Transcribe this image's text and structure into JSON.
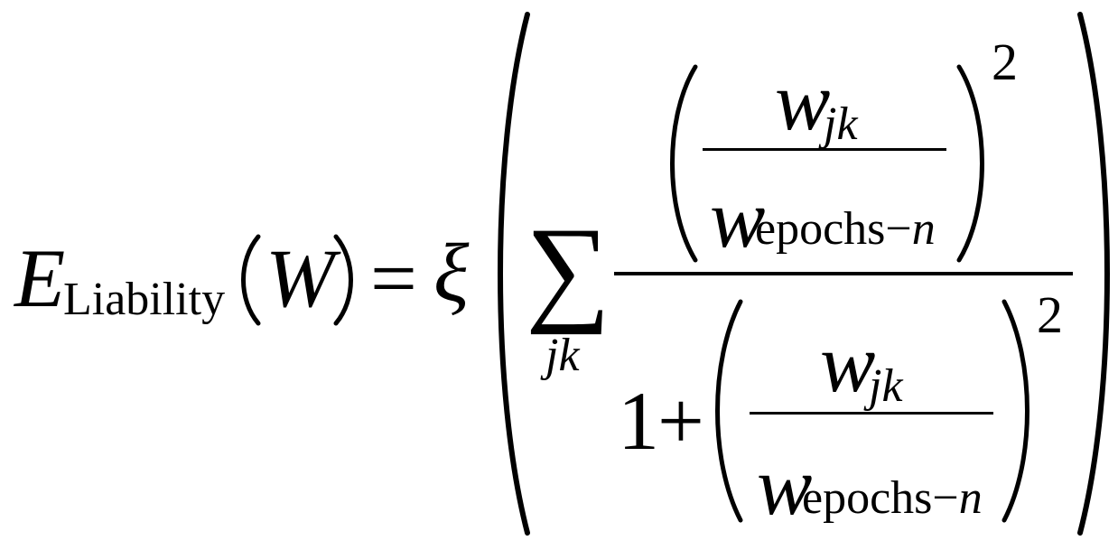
{
  "formula": {
    "lhs": {
      "symbol": "E",
      "subscript": "Liability",
      "argument": "W"
    },
    "equals": "=",
    "coefficient": "ξ",
    "sum": {
      "symbol": "∑",
      "index": "jk"
    },
    "numerator": {
      "weight": "w",
      "weight_subscript": "jk",
      "reference_weight": "w",
      "reference_subscript_text": "epochs",
      "reference_subscript_minus": "−",
      "reference_subscript_var": "n",
      "exponent": "2"
    },
    "denominator": {
      "one": "1",
      "plus": "+",
      "weight": "w",
      "weight_subscript": "jk",
      "reference_weight": "w",
      "reference_subscript_text": "epochs",
      "reference_subscript_minus": "−",
      "reference_subscript_var": "n",
      "exponent": "2"
    }
  }
}
